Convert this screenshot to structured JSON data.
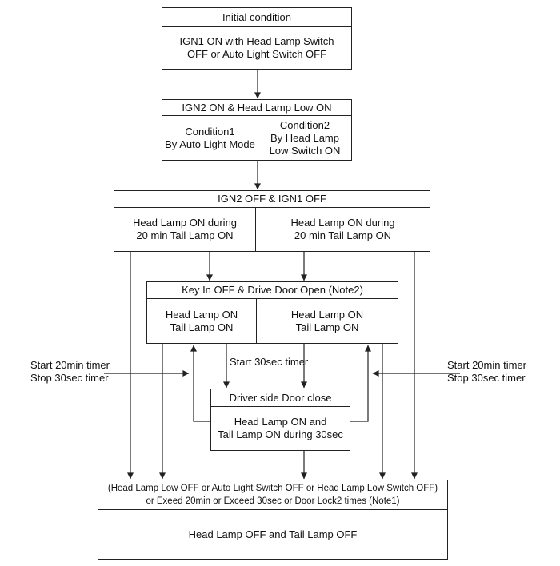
{
  "title": "Head lamp escort / delay logic flowchart",
  "colors": {
    "background": "#ffffff",
    "line": "#222222",
    "text": "#111111"
  },
  "boxes": {
    "initial": {
      "header": "Initial condition",
      "body_line1": "IGN1 ON with Head Lamp Switch",
      "body_line2": "OFF or Auto Light Switch OFF"
    },
    "ign2_on": {
      "header": "IGN2 ON & Head Lamp Low ON",
      "col1_line1": "Condition1",
      "col1_line2": "By Auto Light Mode",
      "col2_line1": "Condition2",
      "col2_line2": "By Head Lamp",
      "col2_line3": "Low Switch ON"
    },
    "ign2_off": {
      "header": "IGN2 OFF & IGN1 OFF",
      "col1_line1": "Head Lamp ON during",
      "col1_line2": "20 min Tail Lamp ON",
      "col2_line1": "Head Lamp ON during",
      "col2_line2": "20 min Tail Lamp ON"
    },
    "key_in": {
      "header": "Key In OFF & Drive Door Open (Note2)",
      "col1_line1": "Head Lamp ON",
      "col1_line2": "Tail Lamp ON",
      "col2_line1": "Head Lamp ON",
      "col2_line2": "Tail Lamp ON"
    },
    "door_close": {
      "header": "Driver side Door close",
      "body_line1": "Head Lamp ON and",
      "body_line2": "Tail Lamp ON during 30sec"
    },
    "lamp_off": {
      "header_line1": "(Head Lamp Low OFF or Auto Light Switch OFF or Head Lamp Low Switch OFF)",
      "header_line2": "or Exeed  20min or Exceed 30sec or Door Lock2 times (Note1)",
      "body": "Head Lamp OFF and Tail Lamp OFF"
    }
  },
  "annotations": {
    "left_line1": "Start 20min timer",
    "left_line2": "Stop 30sec timer",
    "middle": "Start 30sec timer",
    "right_line1": "Start 20min timer",
    "right_line2": "Stop 30sec timer"
  }
}
